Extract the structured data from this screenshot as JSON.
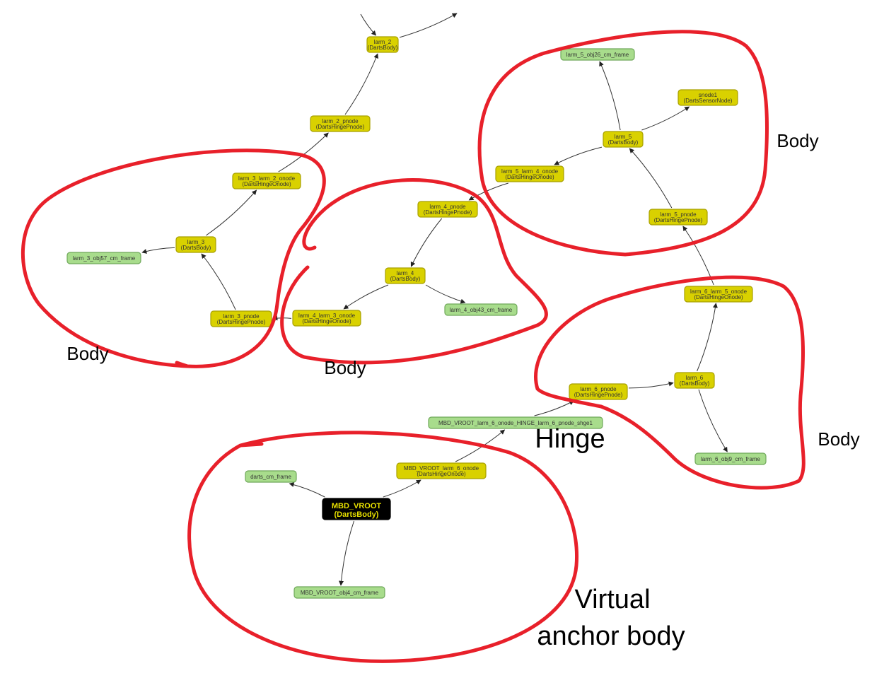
{
  "colors": {
    "body_fill": "#d9d100",
    "body_stroke": "#a8a000",
    "frame_fill": "#a8dc8c",
    "frame_stroke": "#6fa85a",
    "root_fill": "#000000",
    "root_text": "#e8e000",
    "edge": "#333333",
    "annotation": "#e8202a"
  },
  "nodes": [
    {
      "id": "larm_2",
      "kind": "body",
      "name": "larm_2",
      "type": "(DartsBody)"
    },
    {
      "id": "larm_2_pnode",
      "kind": "body",
      "name": "larm_2_pnode",
      "type": "(DartsHingePnode)"
    },
    {
      "id": "larm_3_larm_2_onode",
      "kind": "body",
      "name": "larm_3_larm_2_onode",
      "type": "(DartsHingeOnode)"
    },
    {
      "id": "larm_3",
      "kind": "body",
      "name": "larm_3",
      "type": "(DartsBody)"
    },
    {
      "id": "larm_3_obj57_cm_frame",
      "kind": "frame",
      "name": "larm_3_obj57_cm_frame",
      "type": ""
    },
    {
      "id": "larm_3_pnode",
      "kind": "body",
      "name": "larm_3_pnode",
      "type": "(DartsHingePnode)"
    },
    {
      "id": "larm_4_larm_3_onode",
      "kind": "body",
      "name": "larm_4_larm_3_onode",
      "type": "(DartsHingeOnode)"
    },
    {
      "id": "larm_4",
      "kind": "body",
      "name": "larm_4",
      "type": "(DartsBody)"
    },
    {
      "id": "larm_4_pnode",
      "kind": "body",
      "name": "larm_4_pnode",
      "type": "(DartsHingePnode)"
    },
    {
      "id": "larm_4_obj43_cm_frame",
      "kind": "frame",
      "name": "larm_4_obj43_cm_frame",
      "type": ""
    },
    {
      "id": "larm_5_larm_4_onode",
      "kind": "body",
      "name": "larm_5_larm_4_onode",
      "type": "(DartsHingeOnode)"
    },
    {
      "id": "larm_5",
      "kind": "body",
      "name": "larm_5",
      "type": "(DartsBody)"
    },
    {
      "id": "larm_5_obj26_cm_frame",
      "kind": "frame",
      "name": "larm_5_obj26_cm_frame",
      "type": ""
    },
    {
      "id": "snode1",
      "kind": "body",
      "name": "snode1",
      "type": "(DartsSensorNode)"
    },
    {
      "id": "larm_5_pnode",
      "kind": "body",
      "name": "larm_5_pnode",
      "type": "(DartsHingePnode)"
    },
    {
      "id": "larm_6_larm_5_onode",
      "kind": "body",
      "name": "larm_6_larm_5_onode",
      "type": "(DartsHingeOnode)"
    },
    {
      "id": "larm_6",
      "kind": "body",
      "name": "larm_6",
      "type": "(DartsBody)"
    },
    {
      "id": "larm_6_pnode",
      "kind": "body",
      "name": "larm_6_pnode",
      "type": "(DartsHingePnode)"
    },
    {
      "id": "larm_6_obj9_cm_frame",
      "kind": "frame",
      "name": "larm_6_obj9_cm_frame",
      "type": ""
    },
    {
      "id": "hinge",
      "kind": "frame",
      "name": "MBD_VROOT_larm_6_onode_HINGE_larm_6_pnode_shge1",
      "type": ""
    },
    {
      "id": "vroot_onode",
      "kind": "body",
      "name": "MBD_VROOT_larm_6_onode",
      "type": "(DartsHingeOnode)"
    },
    {
      "id": "darts_cm_frame",
      "kind": "frame",
      "name": "darts_cm_frame",
      "type": ""
    },
    {
      "id": "vroot",
      "kind": "root",
      "name": "MBD_VROOT",
      "type": "(DartsBody)"
    },
    {
      "id": "vroot_obj4_cm_frame",
      "kind": "frame",
      "name": "MBD_VROOT_obj4_cm_frame",
      "type": ""
    }
  ],
  "edges": [
    {
      "from": "vroot",
      "to": "darts_cm_frame"
    },
    {
      "from": "vroot",
      "to": "vroot_onode"
    },
    {
      "from": "vroot",
      "to": "vroot_obj4_cm_frame"
    },
    {
      "from": "vroot_onode",
      "to": "hinge"
    },
    {
      "from": "hinge",
      "to": "larm_6_pnode"
    },
    {
      "from": "larm_6_pnode",
      "to": "larm_6"
    },
    {
      "from": "larm_6",
      "to": "larm_6_larm_5_onode"
    },
    {
      "from": "larm_6",
      "to": "larm_6_obj9_cm_frame"
    },
    {
      "from": "larm_6_larm_5_onode",
      "to": "larm_5_pnode"
    },
    {
      "from": "larm_5_pnode",
      "to": "larm_5"
    },
    {
      "from": "larm_5",
      "to": "larm_5_obj26_cm_frame"
    },
    {
      "from": "larm_5",
      "to": "snode1"
    },
    {
      "from": "larm_5",
      "to": "larm_5_larm_4_onode"
    },
    {
      "from": "larm_5_larm_4_onode",
      "to": "larm_4_pnode"
    },
    {
      "from": "larm_4_pnode",
      "to": "larm_4"
    },
    {
      "from": "larm_4",
      "to": "larm_4_larm_3_onode"
    },
    {
      "from": "larm_4",
      "to": "larm_4_obj43_cm_frame"
    },
    {
      "from": "larm_4_larm_3_onode",
      "to": "larm_3_pnode"
    },
    {
      "from": "larm_3_pnode",
      "to": "larm_3"
    },
    {
      "from": "larm_3",
      "to": "larm_3_obj57_cm_frame"
    },
    {
      "from": "larm_3",
      "to": "larm_3_larm_2_onode"
    },
    {
      "from": "larm_3_larm_2_onode",
      "to": "larm_2_pnode"
    },
    {
      "from": "larm_2_pnode",
      "to": "larm_2"
    },
    {
      "from": "larm_2",
      "to": "offscreen_top"
    },
    {
      "from": "offscreen_left",
      "to": "larm_2"
    }
  ],
  "annotations": [
    {
      "id": "body_larm5",
      "text": [
        "Body"
      ]
    },
    {
      "id": "body_larm3",
      "text": [
        "Body"
      ]
    },
    {
      "id": "body_larm4",
      "text": [
        "Body"
      ]
    },
    {
      "id": "body_larm6",
      "text": [
        "Body"
      ]
    },
    {
      "id": "hinge",
      "text": [
        "Hinge"
      ]
    },
    {
      "id": "virtual",
      "text": [
        "Virtual",
        "anchor body"
      ]
    }
  ]
}
